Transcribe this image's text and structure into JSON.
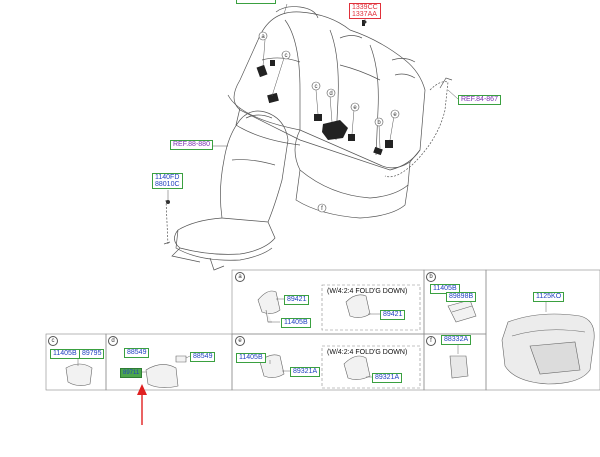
{
  "diagram": {
    "top_labels": {
      "green_top": "",
      "red_top_line1": "1339CC",
      "red_top_line2": "1337AA",
      "ref_right": "REF.84-867",
      "ref_left": "REF.88-880",
      "left_line1": "1140FD",
      "left_line2": "88010C"
    },
    "callouts": [
      "a",
      "b",
      "c",
      "d",
      "e",
      "f"
    ],
    "panels": {
      "a": {
        "letter": "a",
        "labels": [
          "89421",
          "11405B",
          "89421"
        ],
        "note": "(W/4:2:4 FOLD'G DOWN)"
      },
      "b": {
        "letter": "b",
        "labels": [
          "11405B",
          "89898B"
        ]
      },
      "cushion": {
        "labels": [
          "1125KO"
        ]
      },
      "c": {
        "letter": "c",
        "labels": [
          "11405B",
          "89795"
        ]
      },
      "d": {
        "letter": "d",
        "labels": [
          "88549",
          "88549",
          "89711"
        ]
      },
      "e": {
        "letter": "e",
        "labels": [
          "11405B",
          "89321A",
          "89321A"
        ],
        "note": "(W/4:2:4 FOLD'G DOWN)"
      },
      "f": {
        "letter": "f",
        "labels": [
          "88332A"
        ]
      }
    },
    "colors": {
      "label_border": "#3aa040",
      "label_text": "#1f3fbf",
      "ref_text": "#7a2fb0",
      "red_label": "#e0303a",
      "highlight_fill": "#4ca64c",
      "arrow": "#e02020"
    }
  }
}
